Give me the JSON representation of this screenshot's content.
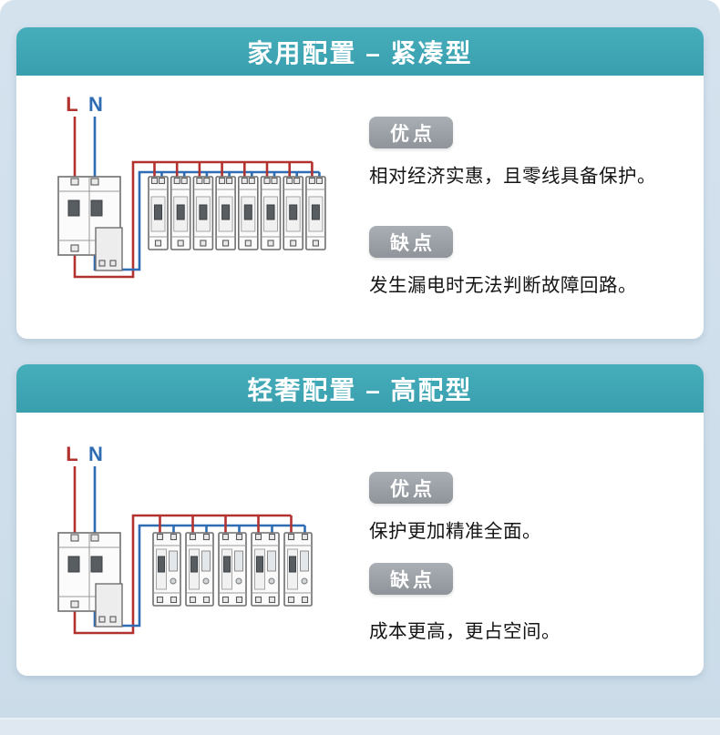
{
  "page": {
    "background_color": "#cfdfeb",
    "header_color": "#3ea7b5",
    "badge_color": "#979da2",
    "wire_live_color": "#b23230",
    "wire_neutral_color": "#2e6db4"
  },
  "cards": [
    {
      "title": "家用配置 – 紧凑型",
      "diagram": {
        "live_label": "L",
        "neutral_label": "N",
        "branch_breaker_count": 8
      },
      "pros_label": "优点",
      "pros_text": "相对经济实惠，且零线具备保护。",
      "cons_label": "缺点",
      "cons_text": "发生漏电时无法判断故障回路。"
    },
    {
      "title": "轻奢配置 – 高配型",
      "diagram": {
        "live_label": "L",
        "neutral_label": "N",
        "branch_breaker_count": 5
      },
      "pros_label": "优点",
      "pros_text": "保护更加精准全面。",
      "cons_label": "缺点",
      "cons_text": "成本更高，更占空间。"
    }
  ]
}
